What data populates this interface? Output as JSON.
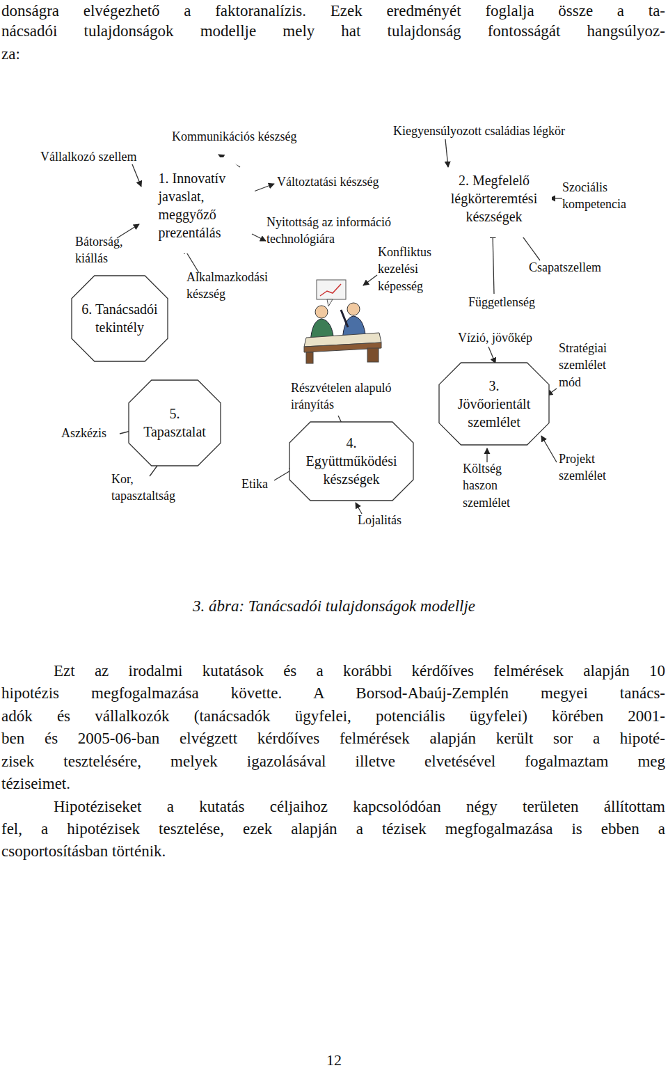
{
  "diagram": {
    "caption": "3. ábra: Tanácsadói tulajdonságok modellje",
    "nodes": [
      {
        "text": [
          "1. Innovatív javaslat, meggyőző prezentálás"
        ]
      },
      {
        "text": [
          "2. Megfelelő légkörteremtési készségek"
        ]
      },
      {
        "text": [
          "6. Tanácsadói tekintély"
        ]
      },
      {
        "text": [
          "3. Jövőorientált szemlélet"
        ]
      },
      {
        "text": [
          "5. Tapasztalat"
        ]
      },
      {
        "text": [
          "4. Együttműködési készségek"
        ]
      }
    ],
    "labels": [
      "donságra elvégezhető a faktoranalízis. Ezek eredményét foglalja össze a ta-",
      "nácsadói tulajdonságok modellje mely hat tulajdonság fontosságát hangsúlyoz-",
      "za:",
      "Kommunikációs készség",
      "Kiegyensúlyozott családias légkör",
      "Vállalkozó szellem",
      "Változtatási készség",
      "Szociális kompetencia",
      "Nyitottság az információ technológiára",
      "Bátorság, kiállás",
      "Konfliktus kezelési képesség",
      "Alkalmazkodási készség",
      "Csapatszellem",
      "Függetlenség",
      "Vízió, jövőkép",
      "Stratégiai szemlélet mód",
      "Részvételen alapuló irányítás",
      "Aszkézis",
      "Projekt szemlélet",
      "Költség haszon szemlélet",
      "Kor, tapasztaltság",
      "Etika",
      "Lojalitás",
      "Ezt az irodalmi kutatások és a korábbi kérdőíves felmérések alapján 10",
      "hipotézis megfogalmazása követte. A Borsod-Abaúj-Zemplén megyei tanács-",
      "adók és vállalkozók (tanácsadók ügyfelei, potenciális ügyfelei) körében 2001-",
      "ben és 2005-06-ban elvégzett kérdőíves felmérések alapján került sor a hipoté-",
      "zisek tesztelésére, melyek igazolásával illetve elvetésével fogalmaztam meg",
      "téziseimet.",
      "Hipotéziseket a kutatás céljaihoz kapcsolódóan négy területen állítottam",
      "fel, a hipotézisek tesztelése, ezek alapján a tézisek megfogalmazása is ebben a",
      "csoportosításban történik.",
      "12"
    ]
  }
}
